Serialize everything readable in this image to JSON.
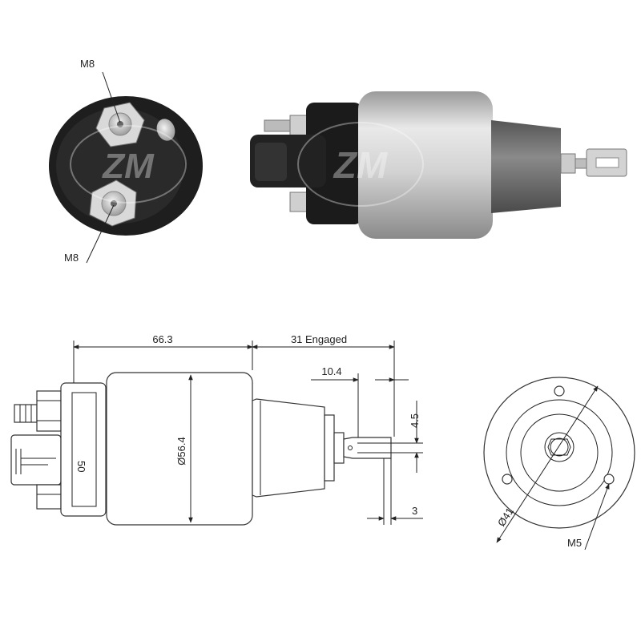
{
  "photos": {
    "end_view_upper_terminal_label": "M8",
    "end_view_lower_terminal_label": "M8",
    "watermark_text": "ZM"
  },
  "side_view": {
    "body_length_label": "66.3",
    "plunger_travel_label": "31 Engaged",
    "fork_depth_label": "10.4",
    "fork_width_label": "4.5",
    "fork_offset_label": "3",
    "body_diameter_label": "Ø56.4",
    "terminal_marking": "50"
  },
  "end_view": {
    "bolt_circle_label": "Ø41",
    "mount_thread_label": "M5"
  },
  "colors": {
    "line": "#222222",
    "body_black": "#1a1a1a",
    "housing_silver": "#c8c8c8",
    "plunger_gray": "#6f6f6f"
  }
}
